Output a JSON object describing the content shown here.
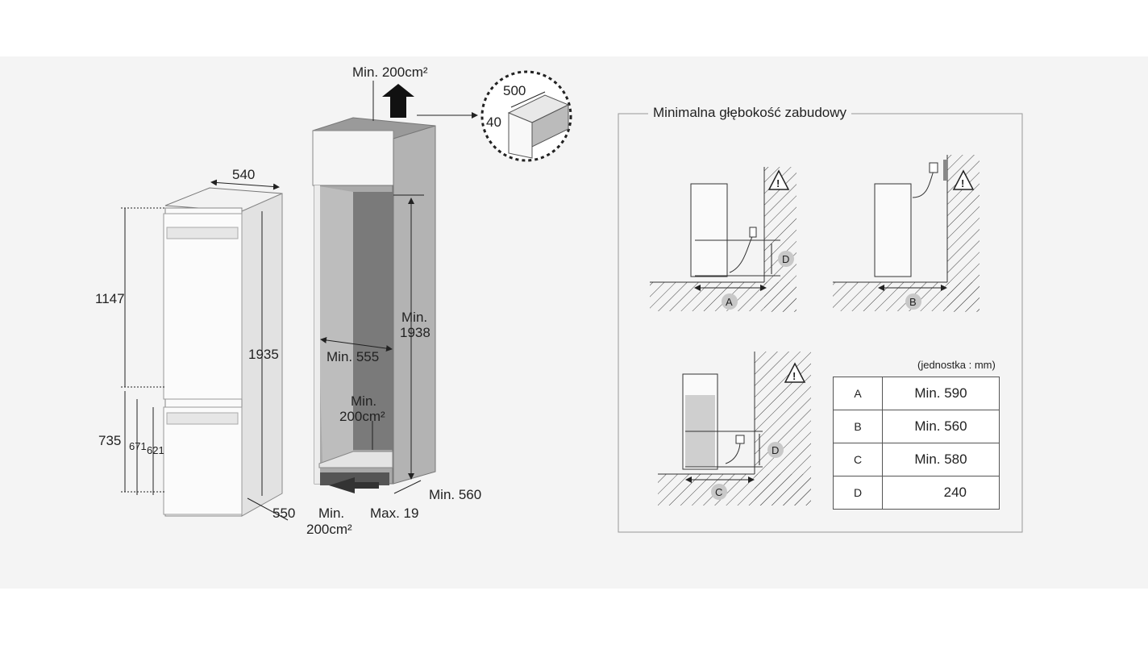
{
  "left_fridge": {
    "width": "540",
    "depth": "550",
    "upper": "1147",
    "total": "1935",
    "lower": "735",
    "door_a": "671",
    "door_b": "621"
  },
  "cabinet": {
    "top_vent": "Min. 200cm²",
    "inner_width": "Min. 555",
    "height_line1": "Min.",
    "height_line2": "1938",
    "mid_vent_line1": "Min.",
    "mid_vent_line2": "200cm²",
    "bottom_vent_line1": "Min.",
    "bottom_vent_line2": "200cm²",
    "plinth": "Max. 19",
    "depth": "Min. 560"
  },
  "detail": {
    "width": "500",
    "height": "40"
  },
  "panel": {
    "title": "Minimalna głębokość zabudowy",
    "markers": {
      "a": "A",
      "b": "B",
      "c": "C",
      "d": "D"
    },
    "unit_note": "(jednostka : mm)",
    "rows": [
      {
        "key": "A",
        "value": "Min. 590"
      },
      {
        "key": "B",
        "value": "Min. 560"
      },
      {
        "key": "C",
        "value": "Min. 580"
      },
      {
        "key": "D",
        "value": "240"
      }
    ]
  }
}
